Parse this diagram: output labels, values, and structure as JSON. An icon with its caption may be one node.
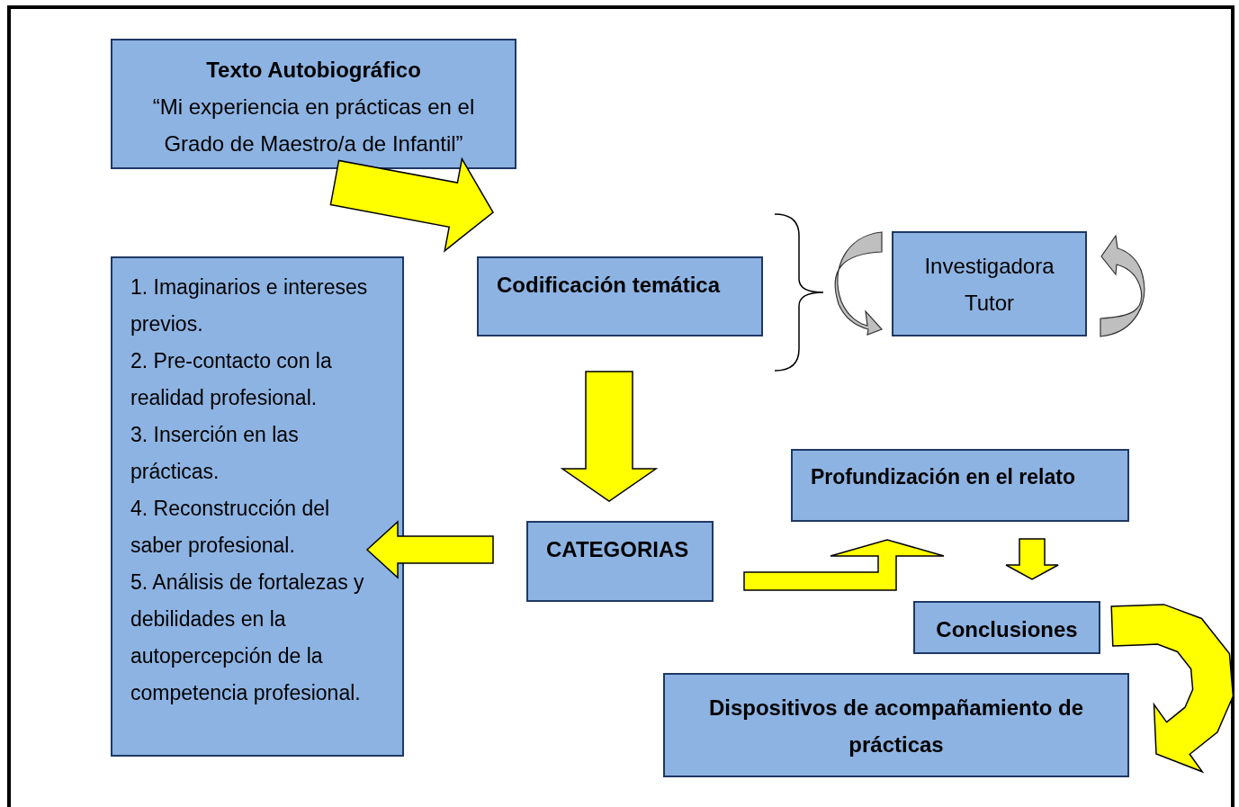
{
  "diagram": {
    "nodes": [
      {
        "text": [
          "Texto Autobiográfico",
          "“Mi experiencia en prácticas en el Grado de Maestro/a de Infantil”"
        ]
      },
      {
        "text": [
          "Codificación temática"
        ]
      },
      {
        "text": [
          "Investigadora Tutor"
        ]
      },
      {
        "text": [
          "1. Imaginarios e intereses previos.",
          "2. Pre-contacto con la realidad profesional.",
          "3. Inserción en las prácticas.",
          "4. Reconstrucción del saber profesional.",
          "5. Análisis de fortalezas y debilidades en la autopercepción de la competencia profesional."
        ]
      },
      {
        "text": [
          "CATEGORIAS"
        ]
      },
      {
        "text": [
          "Profundización en el relato"
        ]
      },
      {
        "text": [
          "Conclusiones"
        ]
      },
      {
        "text": [
          "Dispositivos de acompañamiento de prácticas"
        ]
      }
    ],
    "edges": [
      {
        "from": 0,
        "to": 1,
        "arrow": "to"
      },
      {
        "from": 1,
        "to": 4,
        "arrow": "to"
      },
      {
        "from": 4,
        "to": 3,
        "arrow": "to"
      },
      {
        "from": 4,
        "to": 5,
        "arrow": "to"
      },
      {
        "from": 5,
        "to": 6,
        "arrow": "to"
      },
      {
        "from": 6,
        "to": 7,
        "arrow": "to"
      }
    ]
  }
}
